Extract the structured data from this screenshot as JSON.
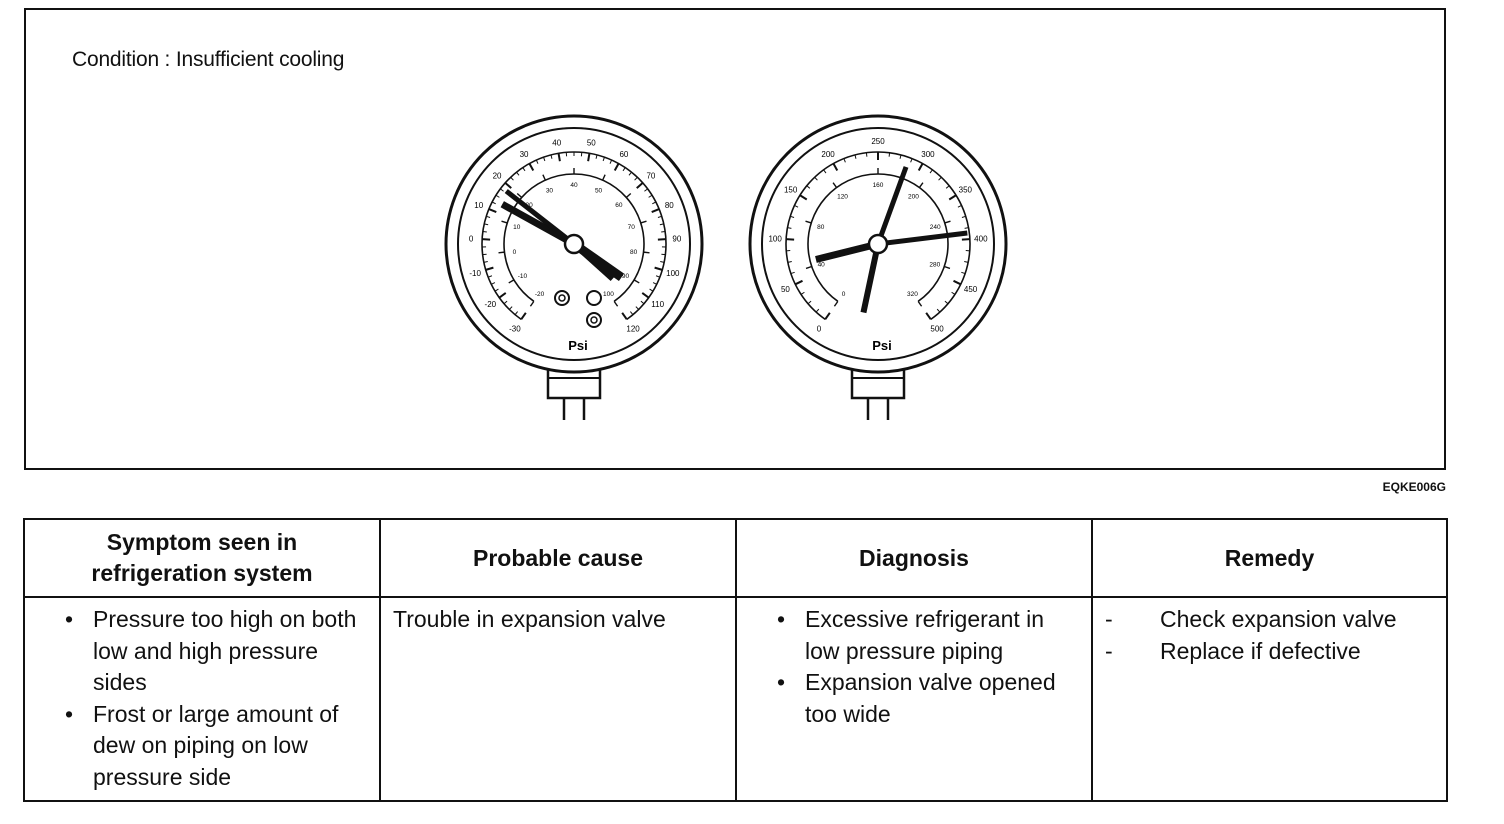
{
  "figure": {
    "condition": "Condition : Insufficient cooling",
    "code": "EQKE006G",
    "low_gauge": {
      "unit": "Psi",
      "outer_scale": [
        "-30",
        "-20",
        "-10",
        "0",
        "10",
        "20",
        "30",
        "40",
        "50",
        "60",
        "70",
        "80",
        "90",
        "100",
        "110",
        "120"
      ],
      "inner_scale": [
        "-20",
        "-10",
        "0",
        "10",
        "20",
        "30",
        "40",
        "50",
        "60",
        "70",
        "80",
        "90",
        "100"
      ]
    },
    "high_gauge": {
      "unit": "Psi",
      "outer_scale": [
        "0",
        "50",
        "100",
        "150",
        "200",
        "250",
        "300",
        "350",
        "400",
        "450",
        "500"
      ],
      "inner_scale": [
        "0",
        "40",
        "80",
        "120",
        "160",
        "200",
        "240",
        "280",
        "320"
      ]
    }
  },
  "table": {
    "headers": {
      "symptom": "Symptom seen in refrigeration system",
      "cause": "Probable cause",
      "diagnosis": "Diagnosis",
      "remedy": "Remedy"
    },
    "row": {
      "symptoms": [
        "Pressure too high on both low and high pressure sides",
        "Frost or large amount of dew on piping on low pressure side"
      ],
      "cause": "Trouble in expansion valve",
      "diagnosis": [
        "Excessive refrigerant in low pressure piping",
        "Expansion valve opened too wide"
      ],
      "remedy": [
        "Check expansion valve",
        "Replace if defective"
      ]
    }
  }
}
